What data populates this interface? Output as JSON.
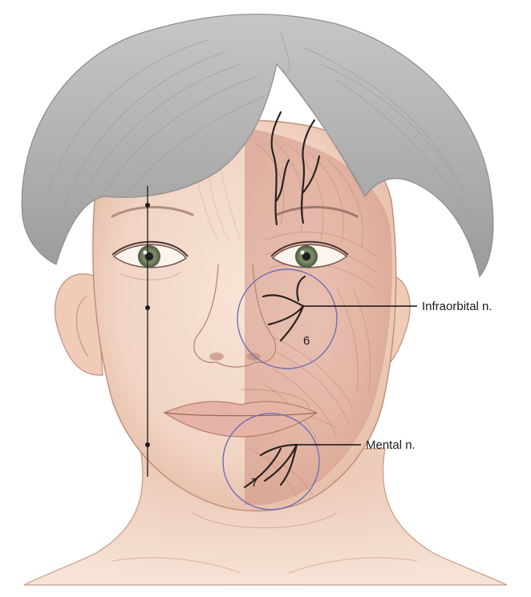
{
  "labels": {
    "infraorbital": "Infraorbital n.",
    "mental": "Mental n."
  },
  "zones": {
    "upper": "6",
    "lower": "7"
  },
  "colors": {
    "skin": "#f4dccc",
    "skin_shadow": "#e6bca8",
    "muscle": "#dba394",
    "hair": "#b9b9b9",
    "hair_dark": "#8e8e8e",
    "nerve": "#2a2222",
    "zone_circle": "#6f6fb4",
    "leader_line": "#111111"
  },
  "icons": [
    "face-illustration",
    "infraorbital-zone-circle",
    "mental-zone-circle",
    "midpupillary-line"
  ]
}
